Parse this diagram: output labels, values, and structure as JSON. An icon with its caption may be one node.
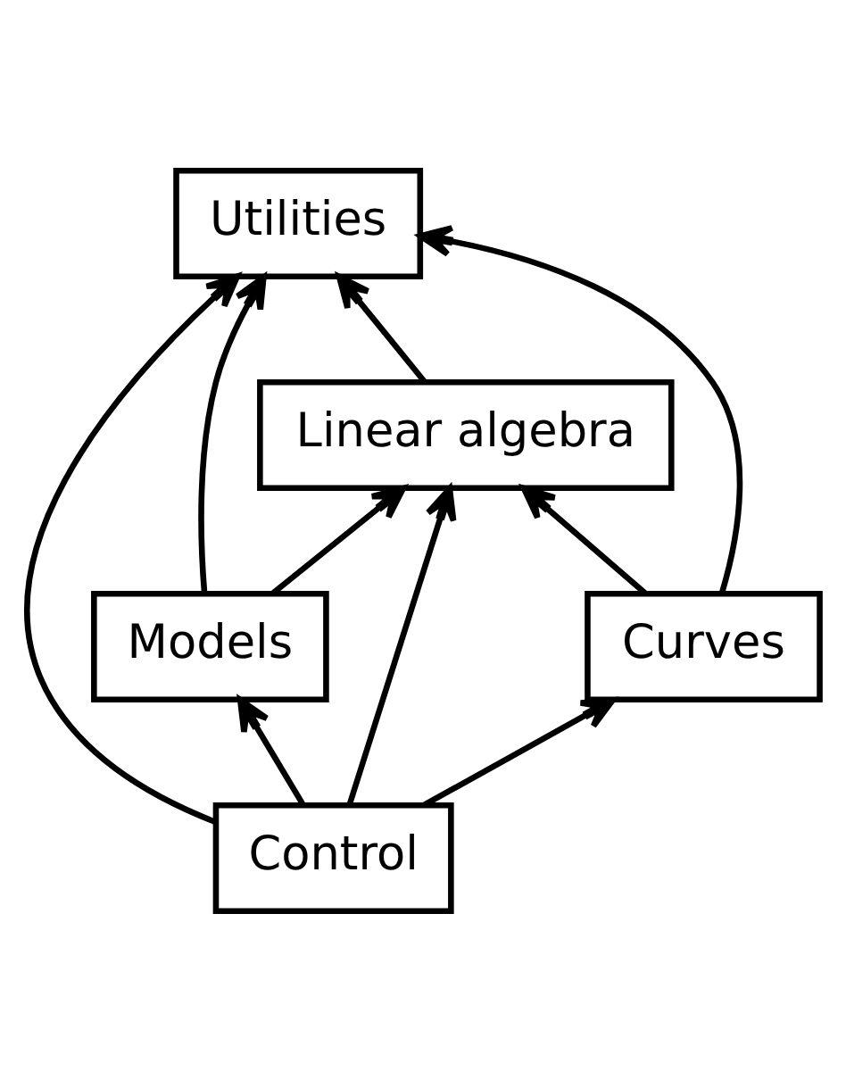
{
  "diagram": {
    "nodes": [
      {
        "text": [
          "Utilities"
        ]
      },
      {
        "text": [
          "Linear algebra"
        ]
      },
      {
        "text": [
          "Models"
        ]
      },
      {
        "text": [
          "Curves"
        ]
      },
      {
        "text": [
          "Control"
        ]
      }
    ],
    "edges": [
      {
        "from": 1,
        "to": 0,
        "arrow": "to"
      },
      {
        "from": 2,
        "to": 0,
        "arrow": "to"
      },
      {
        "from": 2,
        "to": 1,
        "arrow": "to"
      },
      {
        "from": 3,
        "to": 0,
        "arrow": "to"
      },
      {
        "from": 3,
        "to": 1,
        "arrow": "to"
      },
      {
        "from": 4,
        "to": 0,
        "arrow": "to"
      },
      {
        "from": 4,
        "to": 2,
        "arrow": "to"
      },
      {
        "from": 4,
        "to": 1,
        "arrow": "to"
      },
      {
        "from": 4,
        "to": 3,
        "arrow": "to"
      }
    ]
  }
}
